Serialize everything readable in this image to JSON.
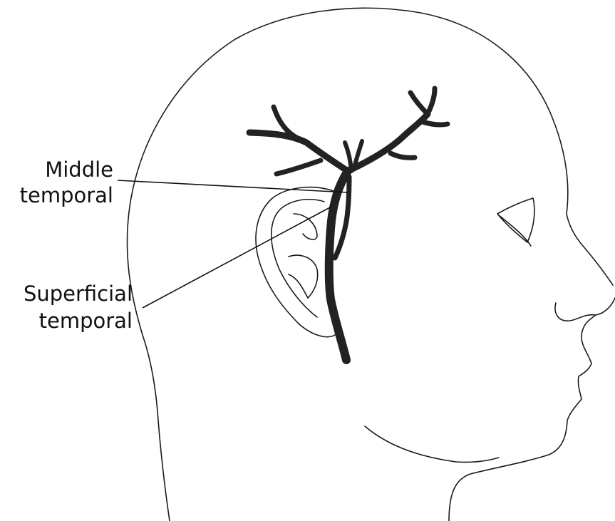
{
  "labels": {
    "middle_temporal": [
      "Middle",
      "temporal"
    ],
    "superficial_temporal": [
      "Superficial",
      "temporal"
    ]
  },
  "colors": {
    "artery": "#222222",
    "outline": "#1a1a1a",
    "text": "#111111",
    "background": "#ffffff"
  }
}
